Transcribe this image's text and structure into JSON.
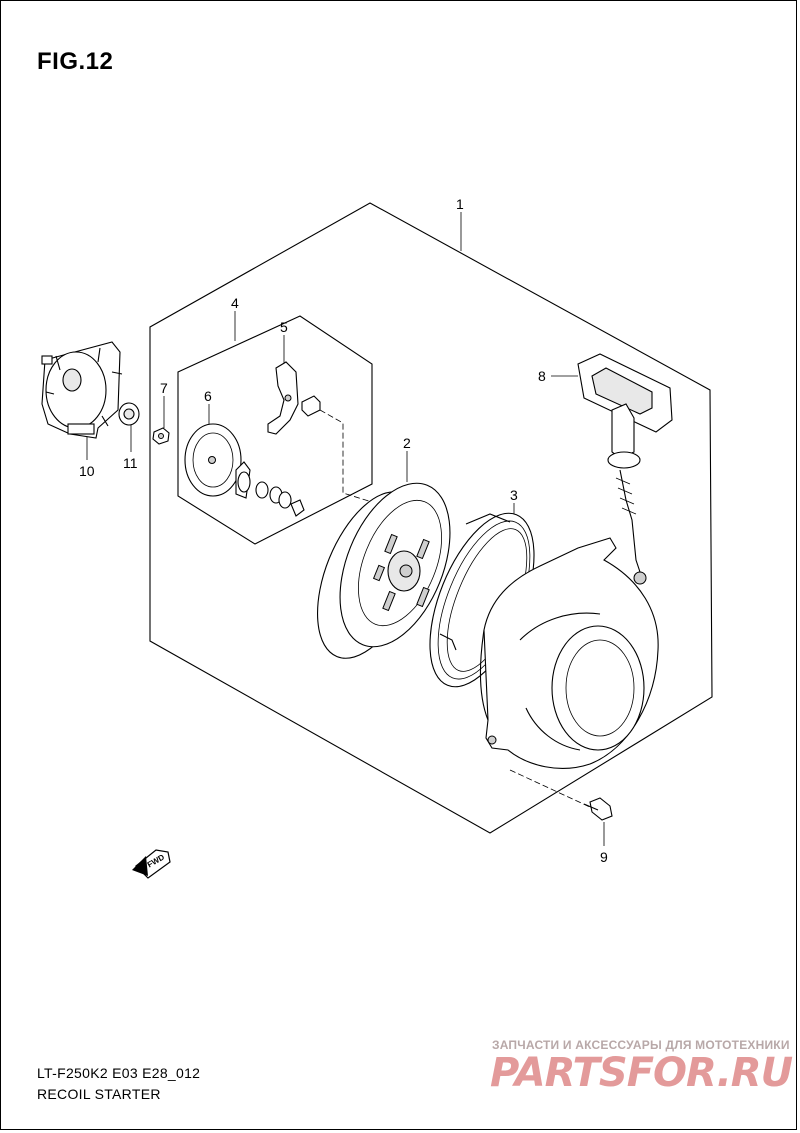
{
  "figure": {
    "title": "FIG.12"
  },
  "footer": {
    "code": "LT-F250K2 E03 E28_012",
    "section": "RECOIL STARTER"
  },
  "watermark": {
    "tagline": "ЗАПЧАСТИ И АКСЕССУАРЫ ДЛЯ МОТОТЕХНИКИ",
    "logo": "PARTSFOR.RU"
  },
  "direction_arrow": {
    "label": "FWD"
  },
  "callouts": [
    "1",
    "2",
    "3",
    "4",
    "5",
    "6",
    "7",
    "8",
    "9",
    "10",
    "11"
  ]
}
